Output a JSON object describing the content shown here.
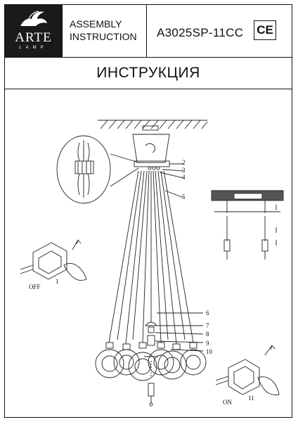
{
  "header": {
    "logo": {
      "name": "ARTE",
      "subtitle": "LAMP"
    },
    "assembly_line1": "ASSEMBLY",
    "assembly_line2": "INSTRUCTION",
    "model": "A3025SP-11CC",
    "ce_mark": "CE"
  },
  "title": "ИНСТРУКЦИЯ",
  "part_numbers": [
    "2",
    "3",
    "4",
    "5",
    "6",
    "7",
    "8",
    "9",
    "10"
  ],
  "steps": {
    "step1_number": "1",
    "step1_state": "OFF",
    "step11_number": "11",
    "step11_state": "ON"
  }
}
